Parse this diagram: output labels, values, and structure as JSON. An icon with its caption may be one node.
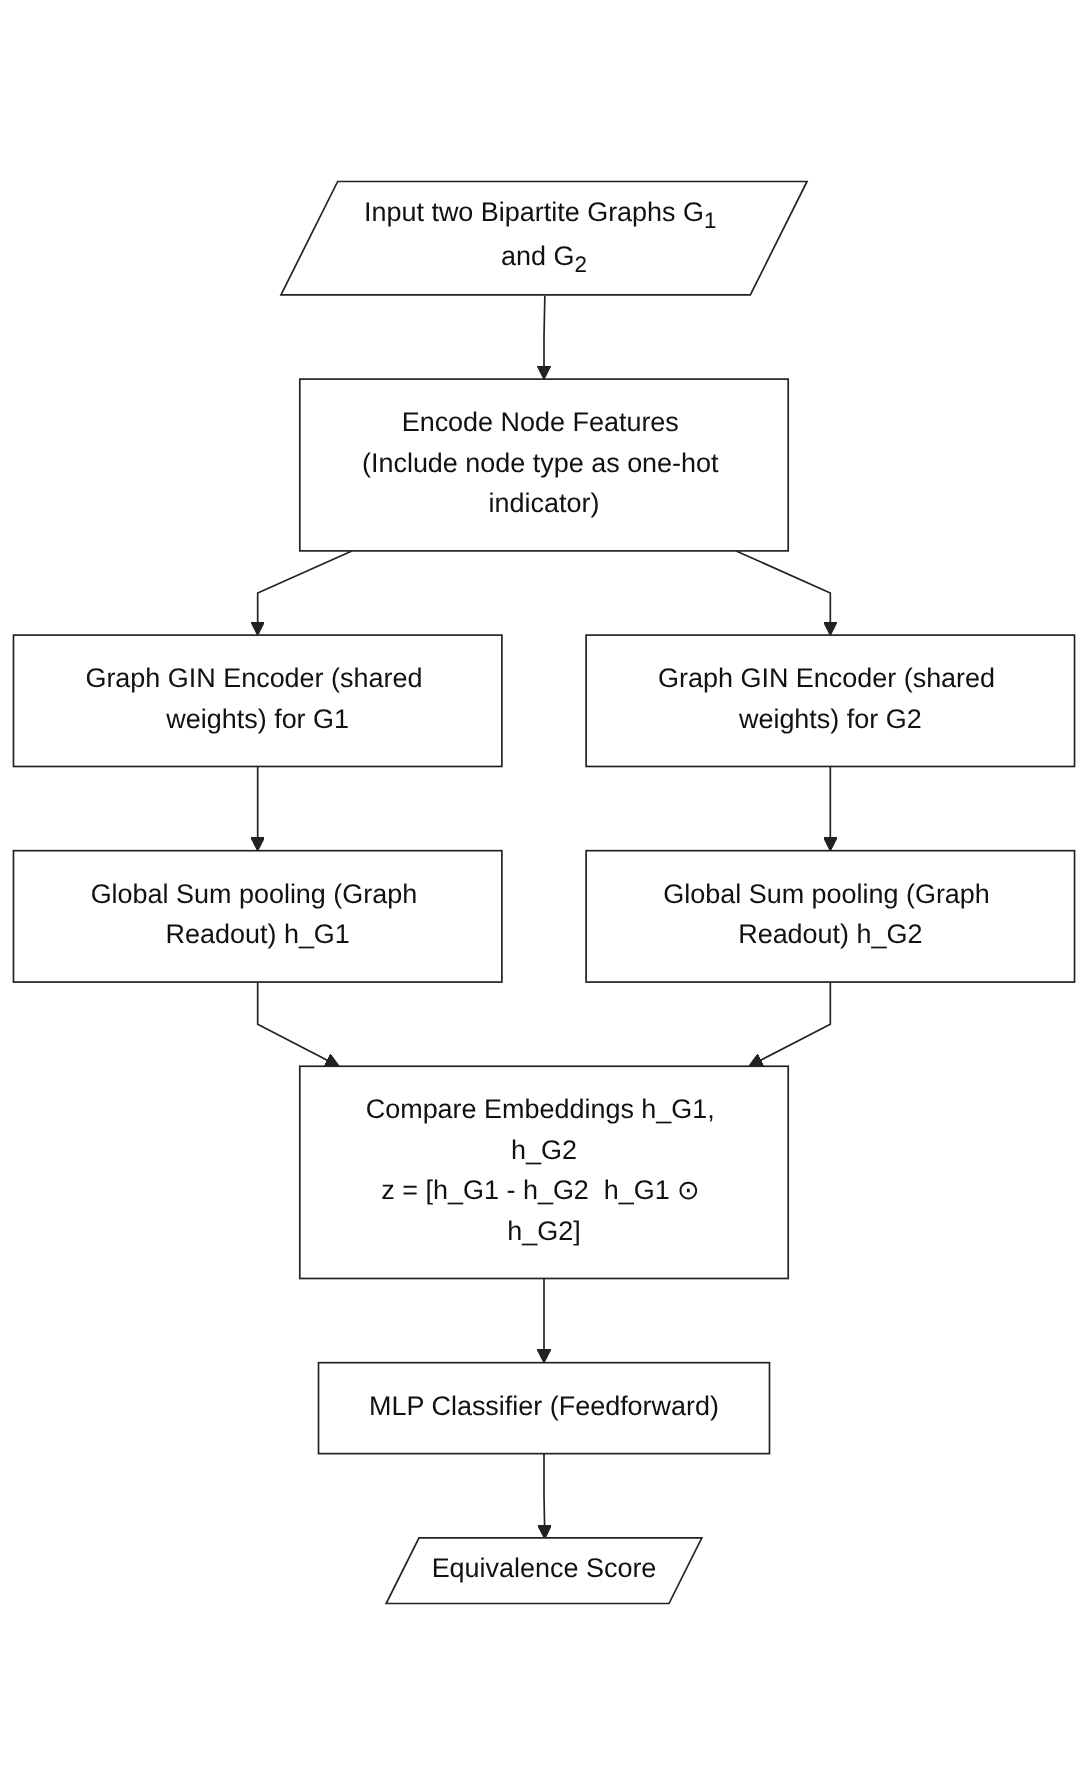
{
  "diagram": {
    "nodes": [
      {
        "text": [
          "Input two Bipartite Graphs G$_{1}$ and G$_{2}$"
        ]
      },
      {
        "text": [
          "Encode Node Features (Include node type as one-hot indicator)"
        ]
      },
      {
        "text": [
          "Graph GIN Encoder (shared weights) for G1"
        ]
      },
      {
        "text": [
          "Graph GIN Encoder (shared weights) for G2"
        ]
      },
      {
        "text": [
          "Global Sum pooling (Graph Readout) h_G1"
        ]
      },
      {
        "text": [
          "Global Sum pooling (Graph Readout) h_G2"
        ]
      },
      {
        "text": [
          "Compare Embeddings h_G1, h_G2",
          "z = [h_G1 - h_G2  h_G1 ⊙ h_G2]"
        ]
      },
      {
        "text": [
          "MLP Classifier (Feedforward)"
        ]
      },
      {
        "text": [
          "Equivalence Score"
        ]
      }
    ],
    "edges": [
      {
        "from": 0,
        "to": 1,
        "arrow": "to"
      },
      {
        "from": 1,
        "to": 2,
        "arrow": "to"
      },
      {
        "from": 1,
        "to": 3,
        "arrow": "to"
      },
      {
        "from": 2,
        "to": 4,
        "arrow": "to"
      },
      {
        "from": 3,
        "to": 5,
        "arrow": "to"
      },
      {
        "from": 4,
        "to": 6,
        "arrow": "to"
      },
      {
        "from": 5,
        "to": 6,
        "arrow": "to"
      },
      {
        "from": 6,
        "to": 7,
        "arrow": "to"
      },
      {
        "from": 7,
        "to": 8,
        "arrow": "to"
      }
    ]
  }
}
